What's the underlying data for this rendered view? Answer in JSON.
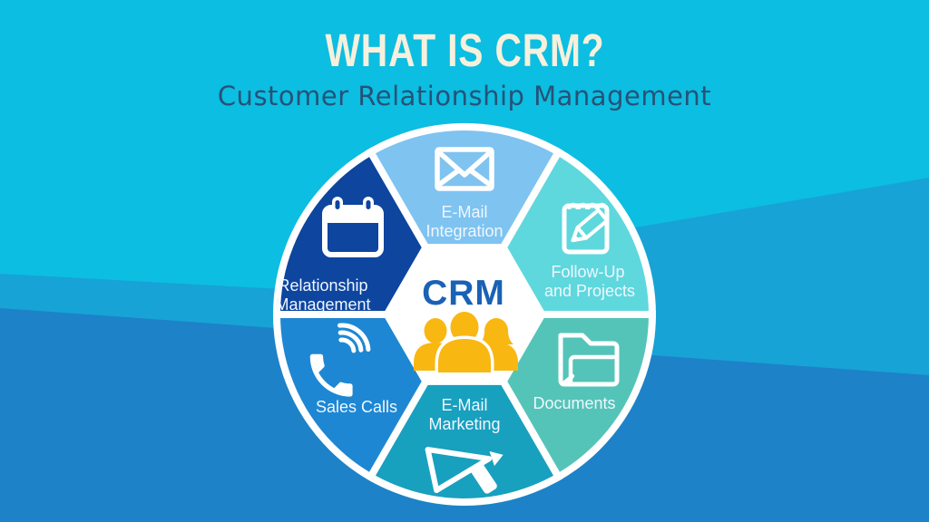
{
  "header": {
    "title": "WHAT IS CRM?",
    "subtitle": "Customer Relationship Management",
    "title_color": "#F7F0DC",
    "subtitle_color": "#265278"
  },
  "background": {
    "base_color": "#0CBEE1",
    "mid_band_color": "#17A3D6",
    "dark_band_color": "#1D82C8"
  },
  "diagram": {
    "outer_ring_color": "#FFFFFF",
    "label_text_color": "#EFF7FF",
    "center": {
      "label": "CRM",
      "label_color": "#1962B5",
      "people_icon": "people-group-icon",
      "people_icon_color": "#F9B712",
      "background": "#FFFFFF"
    },
    "segments": [
      {
        "id": "email-integration",
        "label_lines": [
          "E-Mail",
          "Integration"
        ],
        "color": "#7FC3F0",
        "icon": "envelope-icon"
      },
      {
        "id": "follow-up-and-projects",
        "label_lines": [
          "Follow-Up",
          "and Projects"
        ],
        "color": "#5ED8DD",
        "icon": "notepad-pencil-icon"
      },
      {
        "id": "documents",
        "label_lines": [
          "Documents"
        ],
        "color": "#54C4B8",
        "icon": "folder-icon"
      },
      {
        "id": "email-marketing",
        "label_lines": [
          "E-Mail",
          "Marketing"
        ],
        "color": "#18A0BF",
        "icon": "megaphone-icon"
      },
      {
        "id": "sales-calls",
        "label_lines": [
          "Sales Calls"
        ],
        "color": "#1E87D3",
        "icon": "phone-waves-icon"
      },
      {
        "id": "relationship-management",
        "label_lines": [
          "Relationship",
          "Management"
        ],
        "color": "#0D459F",
        "icon": "calendar-icon"
      }
    ]
  }
}
